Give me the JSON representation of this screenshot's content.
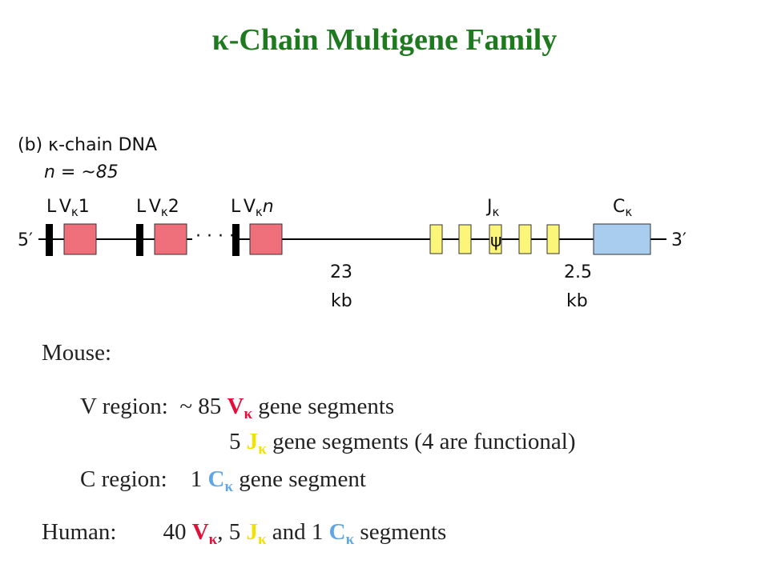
{
  "title": "κ-Chain Multigene Family",
  "diagram": {
    "heading": "(b) κ-chain DNA",
    "n_label": "n = ~85",
    "five_prime": "5′",
    "three_prime": "3′",
    "seg1_L": "L",
    "seg1_V": "V",
    "seg1_sub": "κ",
    "seg1_num": "1",
    "seg2_L": "L",
    "seg2_V": "V",
    "seg2_sub": "κ",
    "seg2_num": "2",
    "segn_L": "L",
    "segn_V": "V",
    "segn_sub": "κ",
    "segn_num": "n",
    "dots": "· · · ·",
    "j_label": "J",
    "j_sub": "κ",
    "psi": "ψ",
    "c_label": "C",
    "c_sub": "κ",
    "dist1_value": "23",
    "dist1_unit": "kb",
    "dist2_value": "2.5",
    "dist2_unit": "kb",
    "colors": {
      "v_exon": "#ef6f7b",
      "j_segment": "#fbf57a",
      "c_exon": "#a8cdee",
      "leader": "#000000"
    }
  },
  "text": {
    "mouse_label": "Mouse:",
    "v_region_label": "V region:",
    "v_count": "~ 85",
    "v_sym": "V",
    "v_sub": "κ",
    "v_rest": "gene segments",
    "j_count": "5",
    "j_sym": "J",
    "j_sub": "κ",
    "j_rest": "gene segments (4 are functional)",
    "c_region_label": "C region:",
    "c_count": "1",
    "c_sym": "C",
    "c_sub": "κ",
    "c_rest": "gene segment",
    "human_label": "Human:",
    "h_v_count": "40",
    "h_v_sym": "V",
    "h_v_sub": "κ",
    "h_sep1": ", 5",
    "h_j_sym": "J",
    "h_j_sub": "κ",
    "h_sep2": "and 1",
    "h_c_sym": "C",
    "h_c_sub": "κ",
    "h_rest": "segments"
  }
}
